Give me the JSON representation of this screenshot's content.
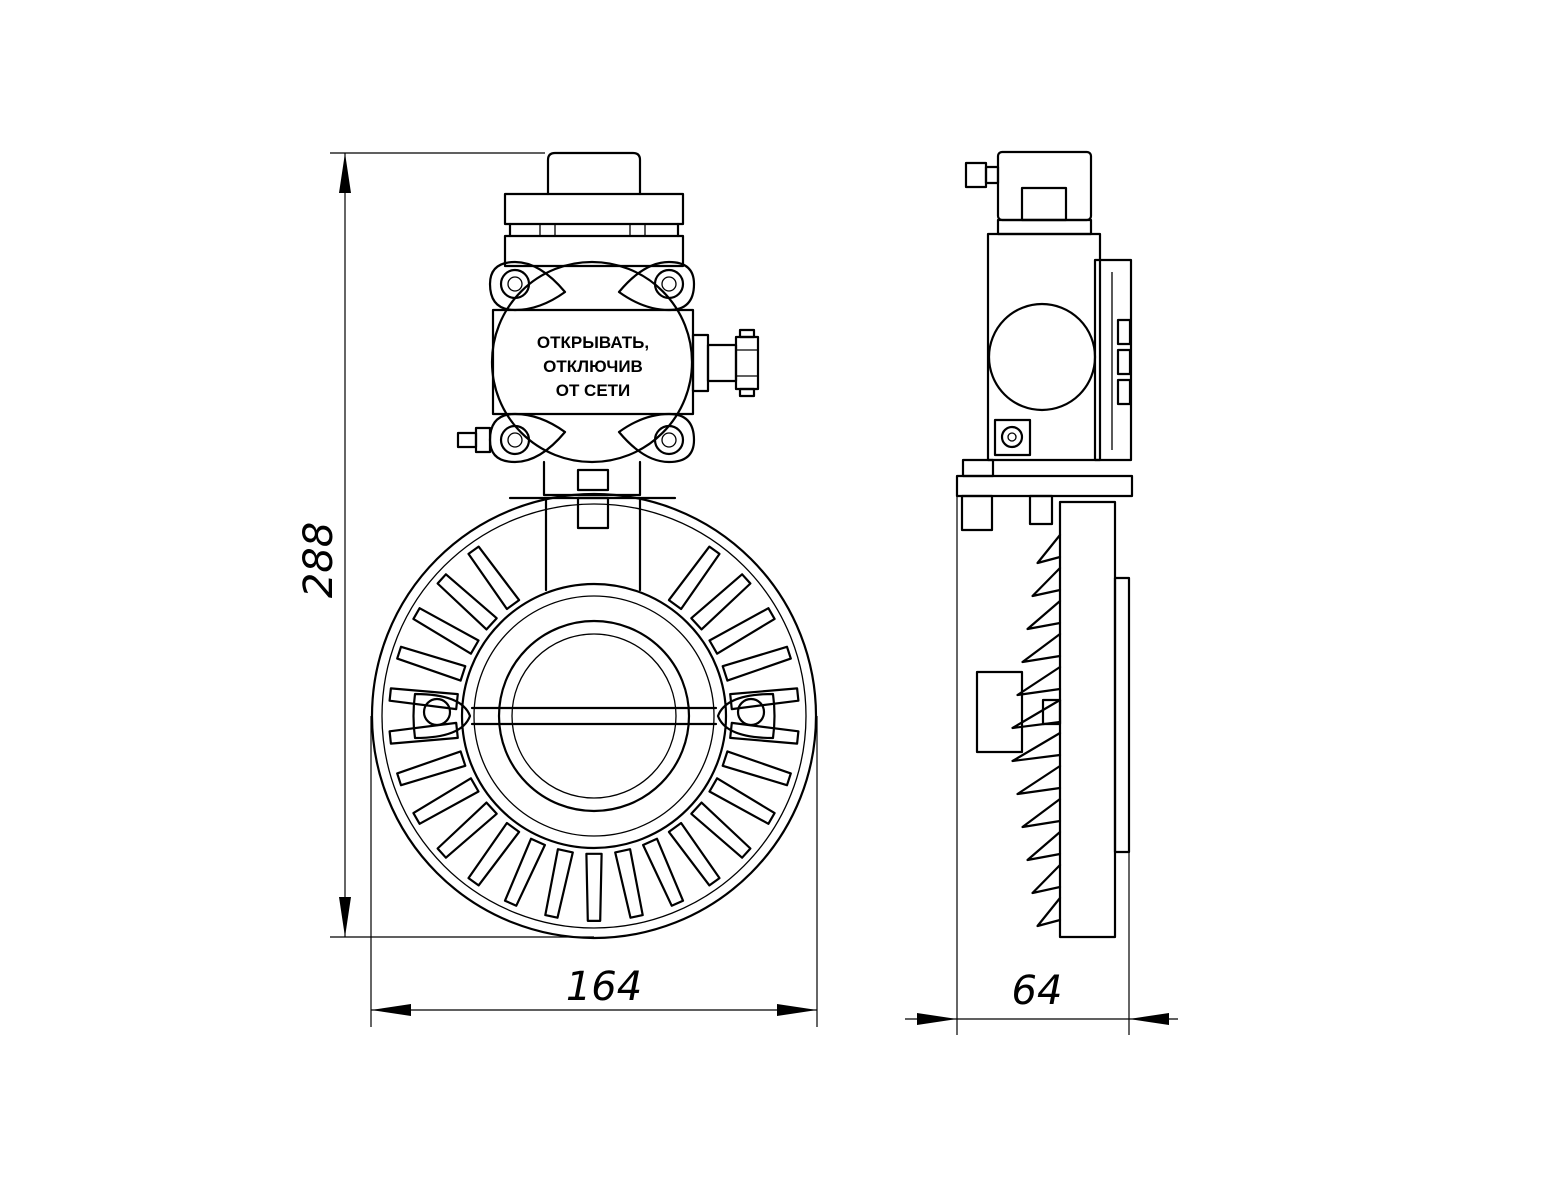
{
  "front_label": {
    "line1": "ОТКРЫВАТЬ,",
    "line2": "ОТКЛЮЧИВ",
    "line3": "ОТ СЕТИ"
  },
  "dimensions": {
    "height": "288",
    "width_front": "164",
    "width_side": "64"
  },
  "colors": {
    "line": "#000000",
    "background": "#ffffff"
  }
}
